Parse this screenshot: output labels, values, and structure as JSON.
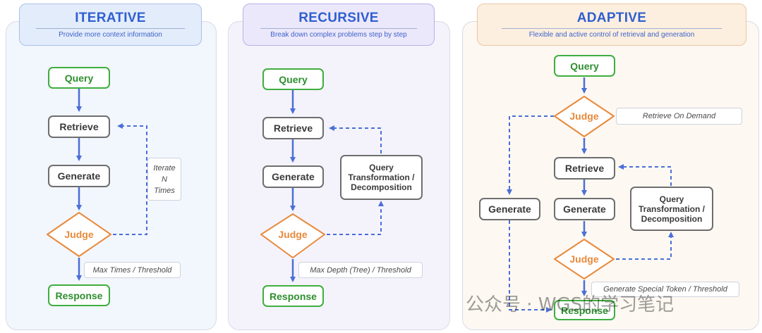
{
  "panels": {
    "iterative": {
      "title": "ITERATIVE",
      "subtitle": "Provide more context information",
      "query": "Query",
      "retrieve": "Retrieve",
      "generate": "Generate",
      "judge": "Judge",
      "response": "Response",
      "loop_label_lines": [
        "Iterate",
        "N",
        "Times"
      ],
      "stop_label": "Max Times / Threshold"
    },
    "recursive": {
      "title": "RECURSIVE",
      "subtitle": "Break down complex problems step by step",
      "query": "Query",
      "retrieve": "Retrieve",
      "generate": "Generate",
      "judge": "Judge",
      "response": "Response",
      "transform_lines": [
        "Query",
        "Transformation /",
        "Decomposition"
      ],
      "stop_label": "Max Depth (Tree) / Threshold"
    },
    "adaptive": {
      "title": "ADAPTIVE",
      "subtitle": "Flexible and  active control of retrieval and generation",
      "query": "Query",
      "judge_top": "Judge",
      "on_demand_label": "Retrieve On  Demand",
      "retrieve": "Retrieve",
      "generate_left": "Generate",
      "generate": "Generate",
      "transform_lines": [
        "Query",
        "Transformation /",
        "Decomposition"
      ],
      "judge_bottom": "Judge",
      "token_label": "Generate Special Token / Threshold",
      "response": "Response"
    }
  },
  "watermark": "公众号 · WGS的学习笔记",
  "colors": {
    "arrow": "#4a6fd6",
    "green": "#3fae3f",
    "judge": "#e8893a",
    "title": "#2f5fd0"
  }
}
